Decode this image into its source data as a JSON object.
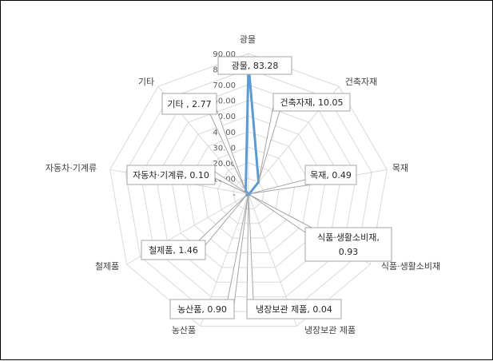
{
  "chart_data": {
    "type": "radar",
    "categories": [
      "광물",
      "건축자재",
      "목재",
      "식품·생활소비재",
      "냉장보관 제품",
      "농산품",
      "철제품",
      "자동차·기계류",
      "기타"
    ],
    "series": [
      {
        "values": [
          83.28,
          10.05,
          0.49,
          0.93,
          0.04,
          0.9,
          1.46,
          0.1,
          2.77
        ],
        "color": "#5B9BD5"
      }
    ],
    "data_labels": [
      "광물, 83.28",
      "건축자재, 10.05",
      "목재, 0.49",
      "식품·생활소비재, 0.93",
      "냉장보관 제품, 0.04",
      "농산품, 0.90",
      "철제품, 1.46",
      "자동차·기계류, 0.10",
      "기타 , 2.77"
    ],
    "ticks": [
      "-",
      "10.00",
      "20.00",
      "30.00",
      "40.00",
      "50.00",
      "60.00",
      "70.00",
      "80.00",
      "90.00"
    ],
    "rlim": [
      0,
      90
    ],
    "grid": true,
    "legend": "none"
  }
}
